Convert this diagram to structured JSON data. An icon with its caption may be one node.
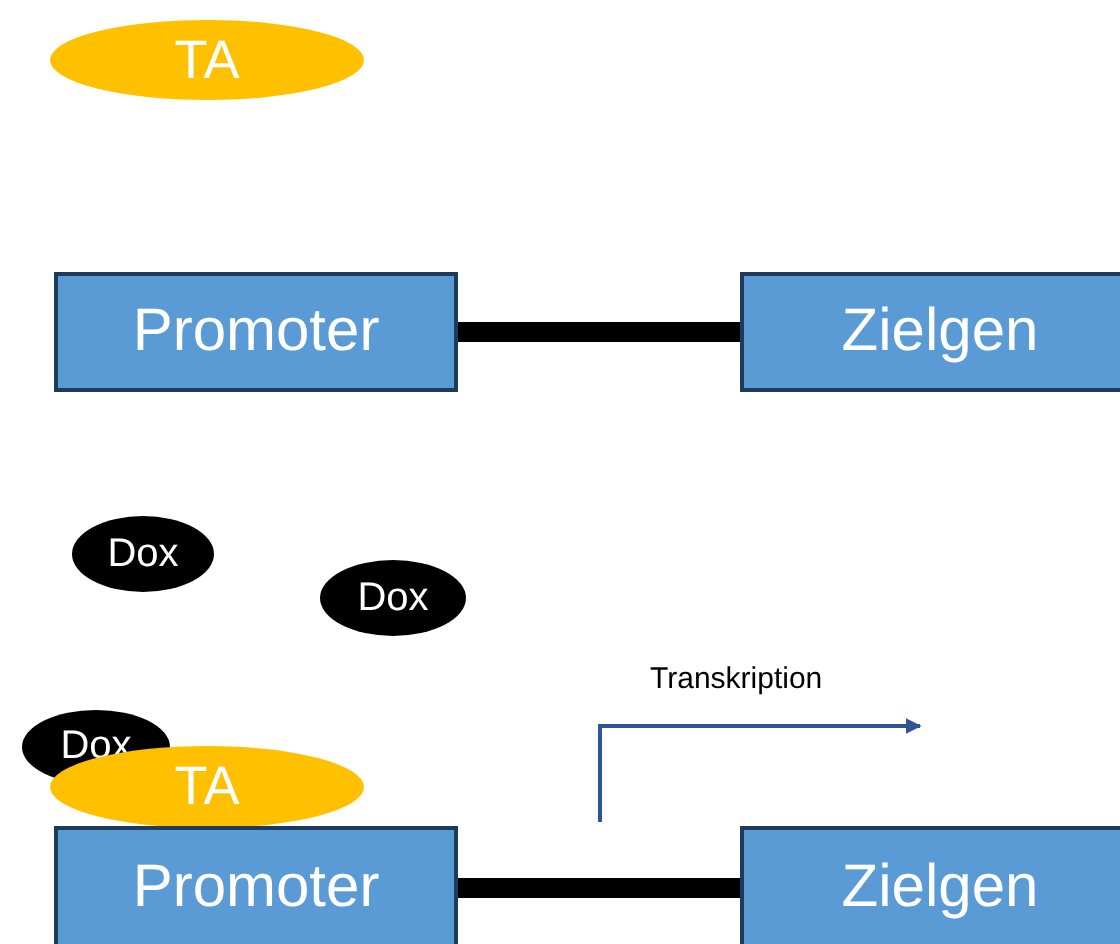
{
  "diagram": {
    "nodes": [
      {
        "text": [
          "TA"
        ]
      },
      {
        "text": [
          "Promoter"
        ]
      },
      {
        "text": [
          "Zielgen"
        ]
      },
      {
        "text": [
          "Dox"
        ]
      },
      {
        "text": [
          "Dox"
        ]
      },
      {
        "text": [
          "Dox"
        ]
      },
      {
        "text": [
          "TA"
        ]
      },
      {
        "text": [
          "Promoter"
        ]
      },
      {
        "text": [
          "Zielgen"
        ]
      }
    ],
    "edges": [
      {
        "from": 1,
        "to": 2,
        "arrow": "none"
      },
      {
        "from": 7,
        "to": 8,
        "arrow": "none"
      }
    ],
    "labels": [
      "Transkription"
    ]
  }
}
